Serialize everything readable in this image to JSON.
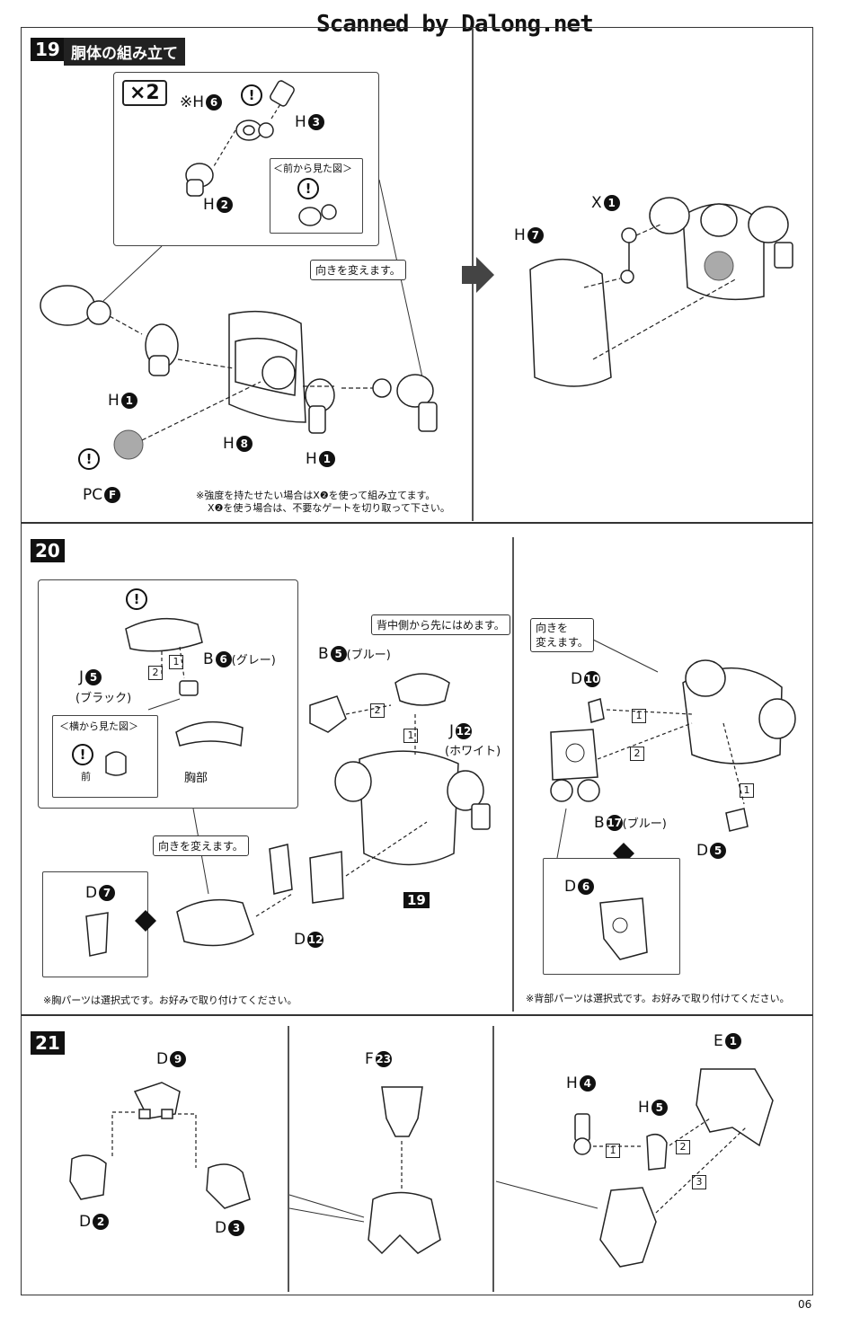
{
  "header": {
    "watermark": "Scanned by Dalong.net"
  },
  "step19": {
    "number": "19",
    "title": "胴体の組み立て",
    "inset_multiplier": "×2",
    "inset_labels": {
      "h6": "※H",
      "h3": "H",
      "h2": "H"
    },
    "front_view": "＜前から見た図＞",
    "callout_turn": "向きを変えます。",
    "labels": {
      "h1a": "H",
      "h1b": "H",
      "h8": "H",
      "pcf": "PC",
      "h7": "H",
      "x1": "X"
    },
    "nums": {
      "n6": "6",
      "n3": "3",
      "n2": "2",
      "n1": "1",
      "n8": "8",
      "nF": "F",
      "n7": "7",
      "nX1": "1"
    },
    "note_line1": "※強度を持たせたい場合はX❷を使って組み立てます。",
    "note_line2": "X❷を使う場合は、不要なゲートを切り取って下さい。"
  },
  "step20": {
    "number": "20",
    "labels": {
      "j5": "J",
      "j5_color": "(ブラック)",
      "b6": "B",
      "b6_color": "(グレー)",
      "side_view": "＜横から見た図＞",
      "front": "前",
      "chest": "胸部",
      "callout_turn": "向きを変えます。",
      "d7": "D",
      "d12": "D",
      "callout_back_first": "背中側から先にはめます。",
      "b5": "B",
      "b5_color": "(ブルー)",
      "j12": "J",
      "j12_color": "(ホワイト)",
      "ref19": "19",
      "callout_turn2_l1": "向きを",
      "callout_turn2_l2": "変えます。",
      "d10": "D",
      "b17": "B",
      "b17_color": "(ブルー)",
      "d5": "D",
      "d6": "D"
    },
    "nums": {
      "n5": "5",
      "n6": "6",
      "n7": "7",
      "n12": "12",
      "n10": "10",
      "n17": "17",
      "n6b": "6"
    },
    "seq": {
      "s1": "1",
      "s2": "2"
    },
    "note_left": "※胸パーツは選択式です。お好みで取り付けてください。",
    "note_right": "※背部パーツは選択式です。お好みで取り付けてください。"
  },
  "step21": {
    "number": "21",
    "labels": {
      "d9": "D",
      "d2": "D",
      "d3": "D",
      "f23": "F",
      "h4": "H",
      "h5": "H",
      "e1": "E"
    },
    "nums": {
      "n9": "9",
      "n2": "2",
      "n3": "3",
      "n23": "23",
      "n4": "4",
      "n5": "5",
      "n1": "1"
    },
    "seq": {
      "s1": "1",
      "s2": "2",
      "s3": "3"
    }
  },
  "footer": {
    "page": "06"
  }
}
